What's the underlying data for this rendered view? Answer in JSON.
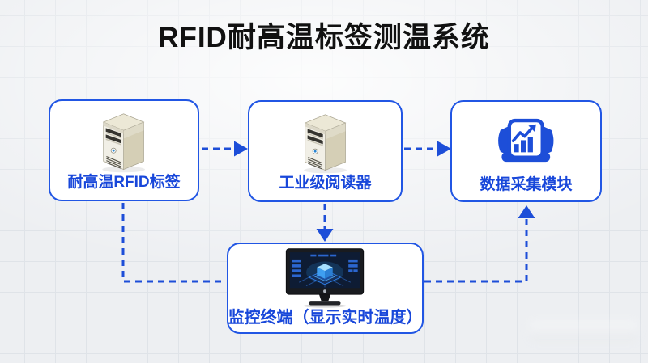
{
  "title": "RFID耐高温标签测温系统",
  "colors": {
    "accent_blue": "#1d4ed8",
    "title_black": "#111111",
    "background": "#edeff2",
    "grid_line": "#dfe3e8",
    "box_background": "#ffffff",
    "server_body_beige": "#d5cfb6",
    "monitor_screen_navy": "#0e1c34",
    "monitor_glow_blue": "#4db1f5"
  },
  "nodes": [
    {
      "id": "tag",
      "label": "耐高温RFID标签",
      "icon": "server-tower-icon"
    },
    {
      "id": "reader",
      "label": "工业级阅读器",
      "icon": "server-tower-icon"
    },
    {
      "id": "collector",
      "label": "数据采集模块",
      "icon": "bar-chart-module-icon"
    },
    {
      "id": "terminal",
      "label": "监控终端（显示实时温度）",
      "icon": "monitor-terminal-icon"
    }
  ],
  "edges": [
    {
      "from": "tag",
      "to": "reader",
      "style": "dashed",
      "arrowhead": true
    },
    {
      "from": "reader",
      "to": "collector",
      "style": "dashed",
      "arrowhead": true
    },
    {
      "from": "reader",
      "to": "terminal",
      "style": "dashed",
      "arrowhead": true
    },
    {
      "from": "tag",
      "to": "terminal",
      "style": "dashed",
      "arrowhead": false
    },
    {
      "from": "terminal",
      "to": "collector",
      "style": "dashed",
      "arrowhead": true
    }
  ]
}
